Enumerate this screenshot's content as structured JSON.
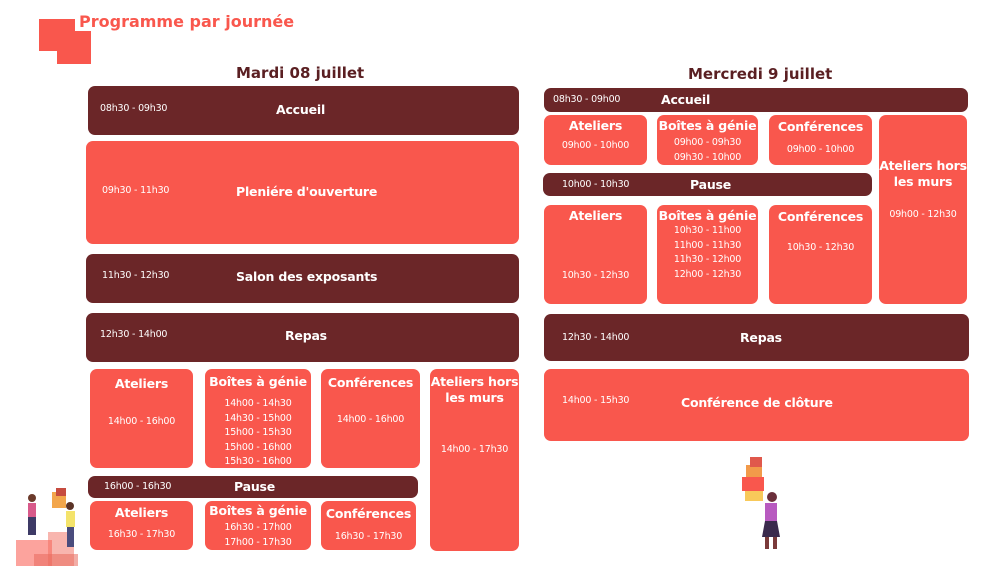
{
  "header": {
    "title": "Programme par journée"
  },
  "day1": {
    "title": "Mardi 08 juillet",
    "accueil": {
      "time": "08h30 - 09h30",
      "label": "Accueil"
    },
    "pleniere": {
      "time": "09h30 - 11h30",
      "label": "Pleniére d'ouverture"
    },
    "salon": {
      "time": "11h30 - 12h30",
      "label": "Salon des exposants"
    },
    "repas": {
      "time": "12h30 - 14h00",
      "label": "Repas"
    },
    "ateliers1": {
      "label": "Ateliers",
      "time": "14h00 - 16h00"
    },
    "boites1": {
      "label": "Boîtes à génie",
      "times": [
        "14h00 - 14h30",
        "14h30 - 15h00",
        "15h00 - 15h30",
        "15h00 - 16h00",
        "15h30 - 16h00"
      ]
    },
    "conf1": {
      "label": "Conférences",
      "time": "14h00 - 16h00"
    },
    "hors_murs": {
      "label": "Ateliers hors les murs",
      "time": "14h00 - 17h30"
    },
    "pause": {
      "time": "16h00 - 16h30",
      "label": "Pause"
    },
    "ateliers2": {
      "label": "Ateliers",
      "time": "16h30 - 17h30"
    },
    "boites2": {
      "label": "Boîtes à génie",
      "times": [
        "16h30 - 17h00",
        "17h00 - 17h30"
      ]
    },
    "conf2": {
      "label": "Conférences",
      "time": "16h30 - 17h30"
    }
  },
  "day2": {
    "title": "Mercredi 9 juillet",
    "accueil": {
      "time": "08h30 - 09h00",
      "label": "Accueil"
    },
    "ateliers1": {
      "label": "Ateliers",
      "time": "09h00 - 10h00"
    },
    "boites1": {
      "label": "Boîtes à génie",
      "times": [
        "09h00 - 09h30",
        "09h30 - 10h00"
      ]
    },
    "conf1": {
      "label": "Conférences",
      "time": "09h00 - 10h00"
    },
    "hors_murs": {
      "label": "Ateliers hors les murs",
      "time": "09h00 - 12h30"
    },
    "pause": {
      "time": "10h00 - 10h30",
      "label": "Pause"
    },
    "ateliers2": {
      "label": "Ateliers",
      "time": "10h30 - 12h30"
    },
    "boites2": {
      "label": "Boîtes à génie",
      "times": [
        "10h30 - 11h00",
        "11h00 - 11h30",
        "11h30 - 12h00",
        "12h00 - 12h30"
      ]
    },
    "conf2": {
      "label": "Conférences",
      "time": "10h30 - 12h30"
    },
    "repas": {
      "time": "12h30 - 14h00",
      "label": "Repas"
    },
    "cloture": {
      "time": "14h00 - 15h30",
      "label": "Conférence de clôture"
    }
  },
  "colors": {
    "accent": "#f9574d",
    "dark": "#6b2628",
    "title": "#5a1f22"
  }
}
